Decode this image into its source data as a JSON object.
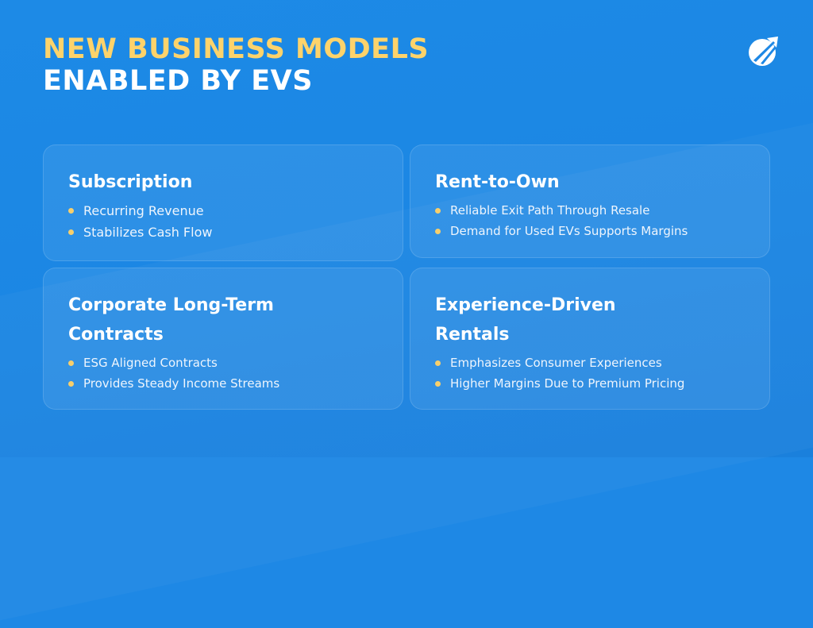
{
  "title": {
    "line1": "NEW BUSINESS MODELS",
    "line2": "ENABLED BY EVS"
  },
  "logo": {
    "icon": "circle-arrow-logo"
  },
  "colors": {
    "background": "#1e88e5",
    "accent": "#fdd36b",
    "bullet": "#f7cf6c"
  },
  "cards": [
    {
      "title": "Subscription",
      "bullets": [
        "Recurring Revenue",
        "Stabilizes Cash Flow"
      ]
    },
    {
      "title": "Rent-to-Own",
      "bullets": [
        "Reliable Exit Path Through Resale",
        "Demand for Used EVs Supports Margins"
      ]
    },
    {
      "title": "Corporate Long-Term Contracts",
      "bullets": [
        "ESG Aligned Contracts",
        "Provides Steady Income Streams"
      ]
    },
    {
      "title": "Experience-Driven Rentals",
      "bullets": [
        "Emphasizes Consumer Experiences",
        "Higher Margins Due to Premium Pricing"
      ]
    }
  ]
}
